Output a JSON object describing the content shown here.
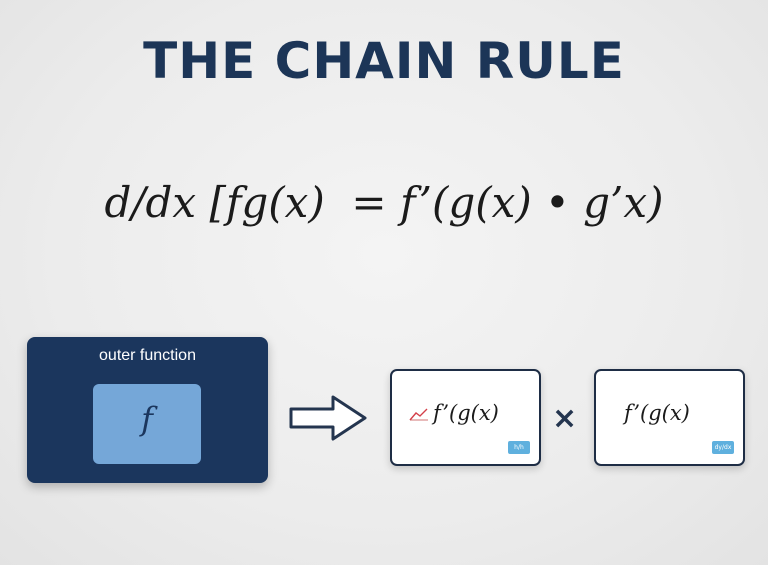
{
  "title": "THE CHAIN RULE",
  "formula": "d/dx [fg(x)  = f’(g(x) • g’x)",
  "outer": {
    "label": "outer function",
    "symbol": "f"
  },
  "cards": [
    {
      "expr": "f’(g(x)",
      "badge": "h/h",
      "icon": "trend-line-icon"
    },
    {
      "expr": "f’(g(x)",
      "badge": "dy/dx"
    }
  ],
  "operator": "×",
  "colors": {
    "title": "#1c3557",
    "outer_box": "#1b365d",
    "inner_box": "#75a7d8",
    "badge": "#5fb0de"
  }
}
